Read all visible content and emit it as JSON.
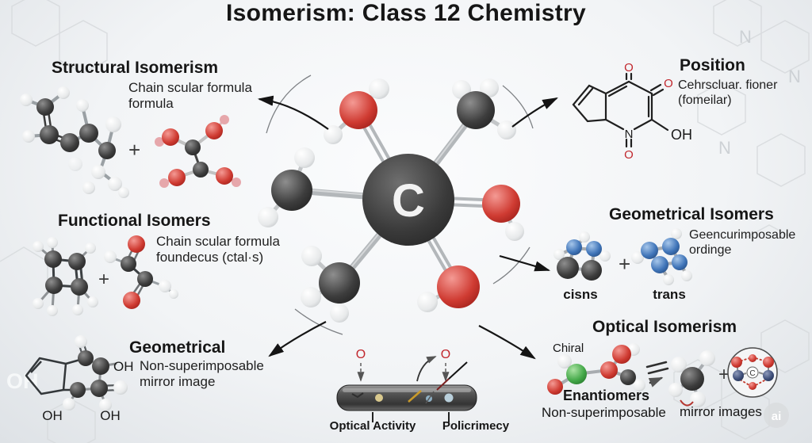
{
  "title": "Isomerism: Class 12 Chemistry",
  "symbols": {
    "plus": "+",
    "carbon": "C",
    "oxygen": "O",
    "nitrogen": "N",
    "hydroxyl": "OH"
  },
  "sections": {
    "structural": {
      "heading": "Structural Isomerism",
      "desc1": "Chain scular formula",
      "desc2": "formula"
    },
    "functional": {
      "heading": "Functional Isomers",
      "desc1": "Chain scular formula",
      "desc2": "foundecus (ctal·s)"
    },
    "geometrical_left": {
      "heading": "Geometrical",
      "desc1": "Non-superimposable",
      "desc2": "mirror image"
    },
    "position": {
      "heading": "Position",
      "desc1": "Cehrscluar. fioner",
      "desc2": "(fomeilar)"
    },
    "geometrical_right": {
      "heading": "Geometrical Isomers",
      "desc1": "Geencurimposable",
      "desc2": "ordinge",
      "cis": "cisns",
      "trans": "trans"
    },
    "optical": {
      "heading": "Optical Isomerism",
      "chiral": "Chiral",
      "enantiomers": "Enantiomers",
      "line1": "Non-superimposable",
      "line2": "mirror images"
    },
    "polarimeter": {
      "label_left": "Optical Activity",
      "label_right": "Policrimecy"
    }
  },
  "watermark": {
    "ai": "ai",
    "letter_n": "N",
    "oh": "OH"
  },
  "colors": {
    "oxygen_red": "#c1272d",
    "nitrogen_blue": "#2f62a8",
    "chiral_green": "#39a845",
    "carbon_dark": "#2e2e2e",
    "background": "#eef0f2"
  }
}
